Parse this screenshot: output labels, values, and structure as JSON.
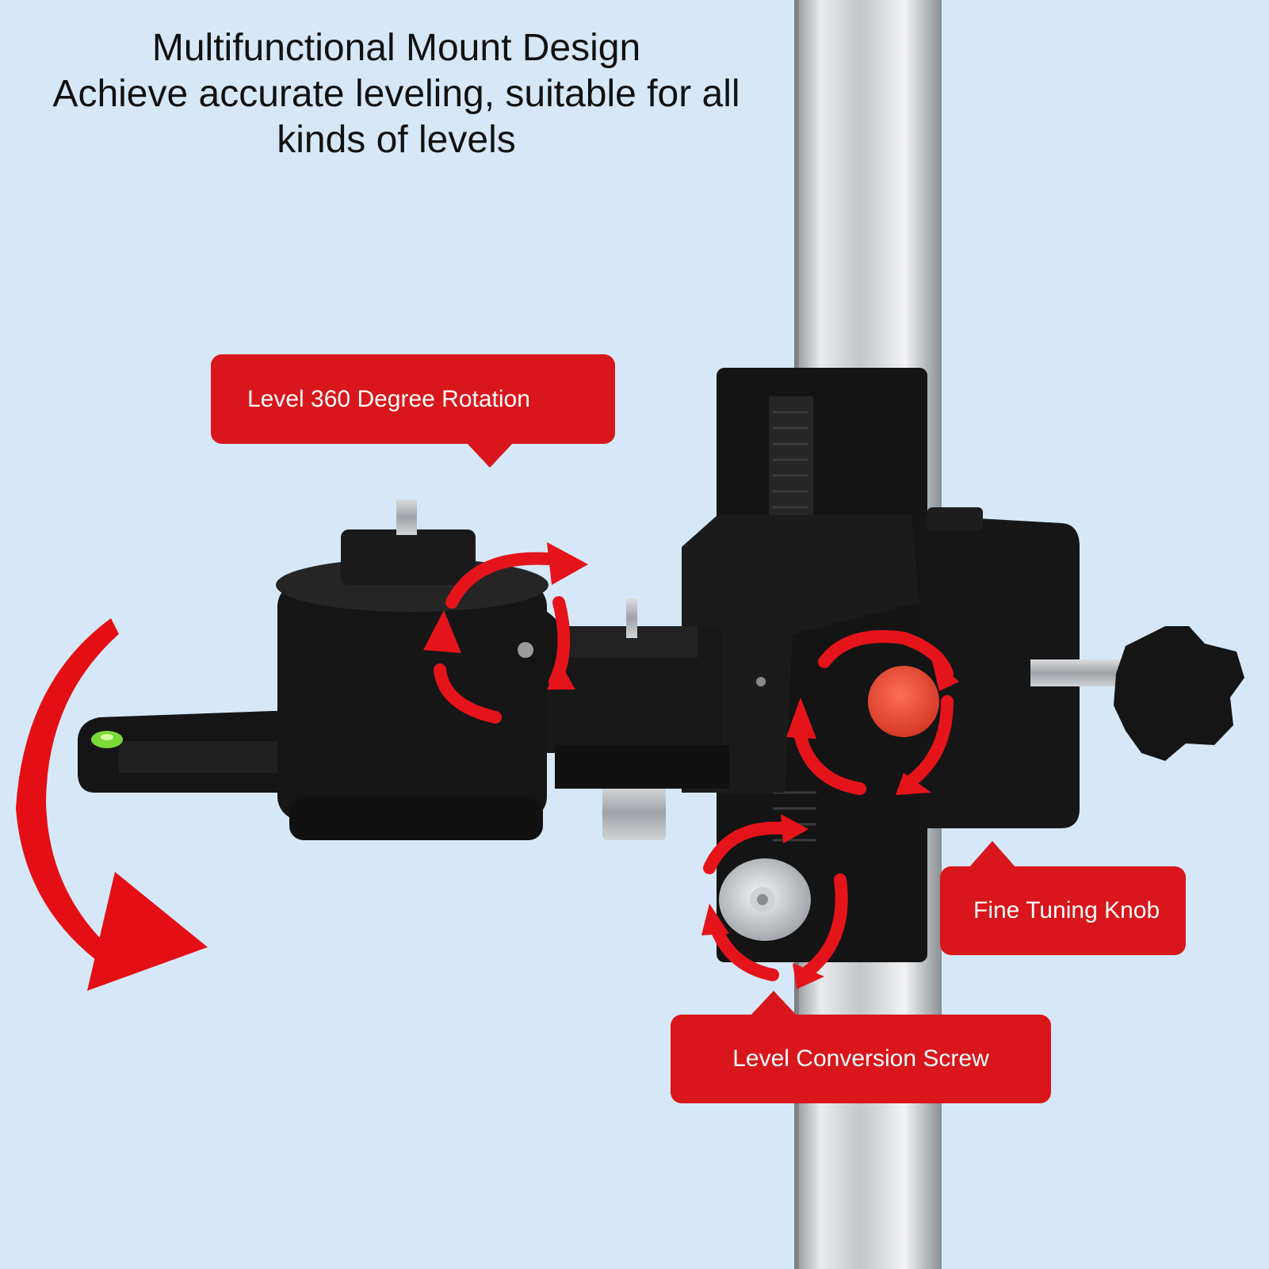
{
  "headline": {
    "line1": "Multifunctional Mount Design",
    "line2": "Achieve accurate leveling, suitable for all",
    "line3": "kinds of levels"
  },
  "callouts": {
    "rotation": "Level 360 Degree Rotation",
    "fine_tuning": "Fine Tuning Knob",
    "conversion": "Level Conversion Screw"
  },
  "colors": {
    "background": "#d6e8f7",
    "accent_red": "#d9161b",
    "bracket_black": "#141414",
    "pole_silver": "#c9ccd0",
    "bubble_green": "#7cd93a"
  },
  "icons": [
    "rotation-arrow-icon",
    "swing-arrow-icon"
  ]
}
